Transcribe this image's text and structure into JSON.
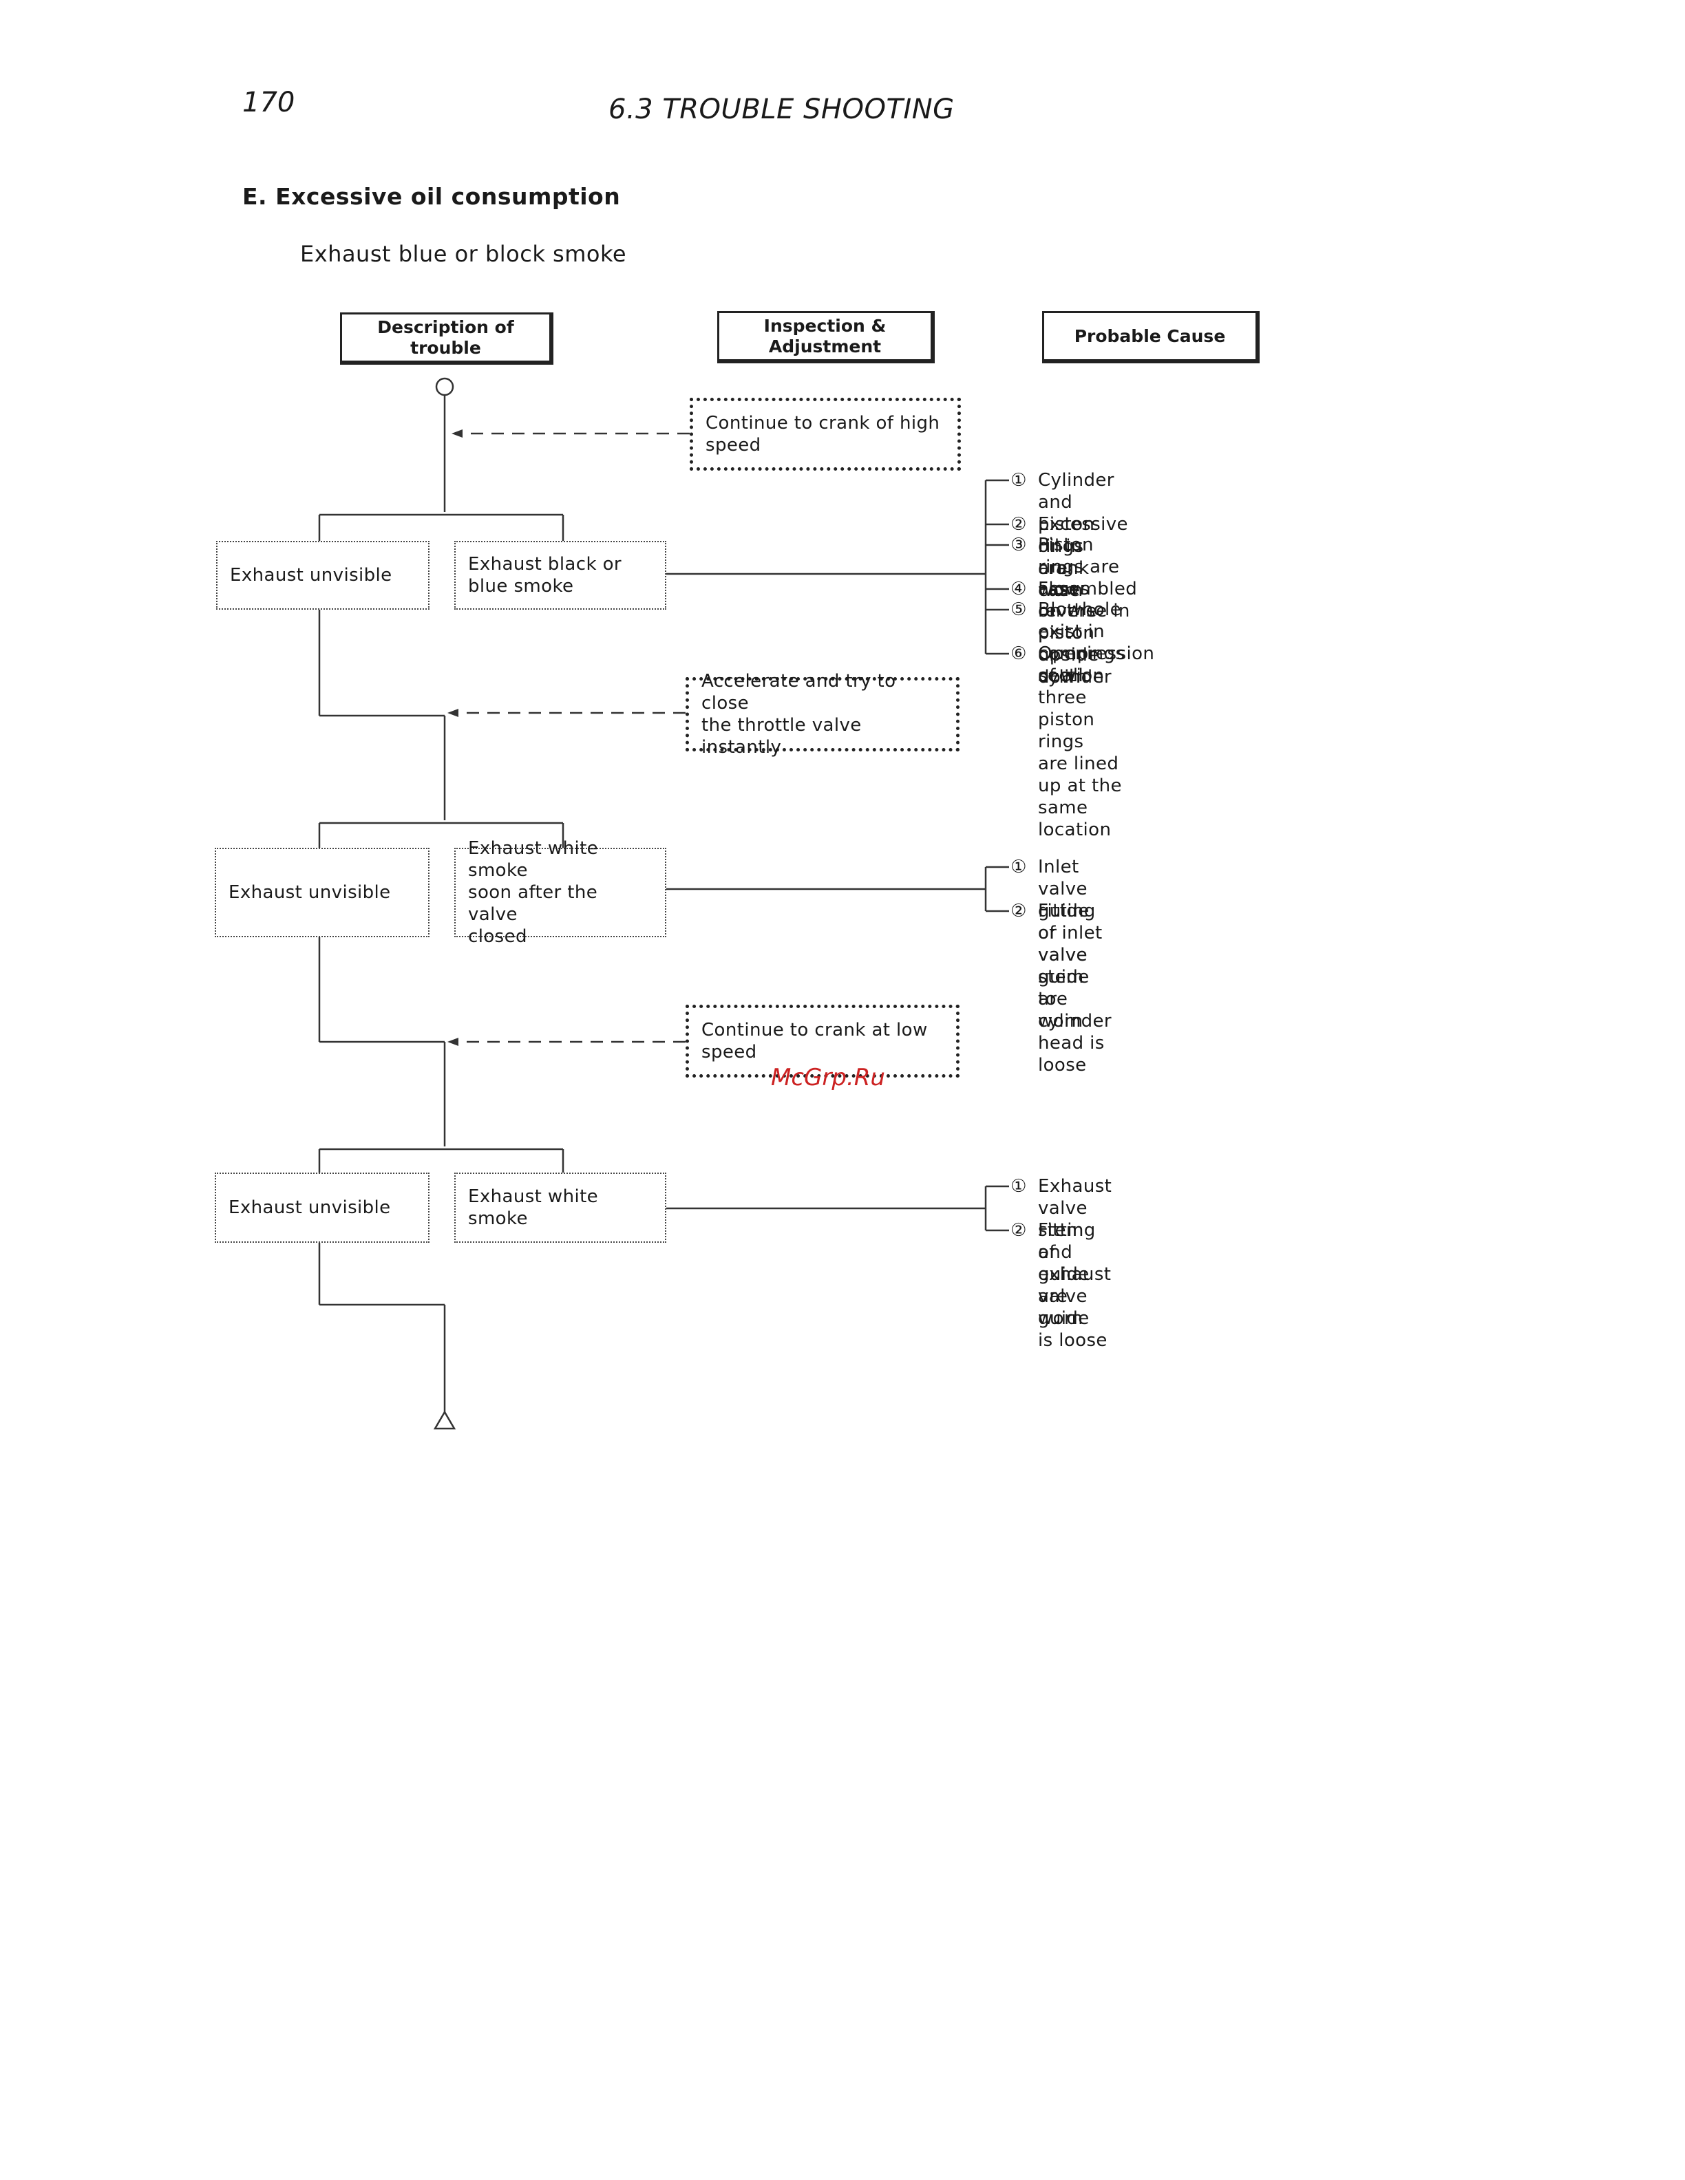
{
  "header": {
    "page_number": "170",
    "title": "6.3  TROUBLE SHOOTING"
  },
  "section": {
    "heading": "E.  Excessive oil consumption",
    "subheading": "Exhaust blue or block smoke"
  },
  "columns": {
    "description": "Description of\ntrouble",
    "inspection": "Inspection &\nAdjustment",
    "cause": "Probable Cause"
  },
  "inspections": [
    "Continue to crank of high\nspeed",
    "Accelerate and try to close\nthe throttle valve instantly",
    "Continue to crank at low\nspeed"
  ],
  "steps": [
    {
      "left": "Exhaust unvisible",
      "right": "Exhaust black or\nblue smoke",
      "causes": [
        {
          "num": "①",
          "text": "Cylinder and piston rings are\nworn"
        },
        {
          "num": "②",
          "text": "Excessive oil in crank case"
        },
        {
          "num": "③",
          "text": "Piston rings are assembled\nreverse in piston upside down"
        },
        {
          "num": "④",
          "text": "Flows on the piston or cylinder"
        },
        {
          "num": "⑤",
          "text": "Blowhole exist in compression\nsection"
        },
        {
          "num": "⑥",
          "text": "Openings of all three piston rings\nare lined up at the same location"
        }
      ]
    },
    {
      "left": "Exhaust unvisible",
      "right": "Exhaust white smoke\nsoon after the valve\nclosed",
      "causes": [
        {
          "num": "①",
          "text": "Inlet valve guide or valve stem\nare worn"
        },
        {
          "num": "②",
          "text": "Fitting of inlet valve guide to\ncylinder head is loose"
        }
      ]
    },
    {
      "left": "Exhaust unvisible",
      "right": "Exhaust white smoke",
      "causes": [
        {
          "num": "①",
          "text": "Exhaust valve stem and guide\nare worn"
        },
        {
          "num": "②",
          "text": "Fitting of exhaust valve guide\nis loose"
        }
      ]
    }
  ],
  "watermark": "McGrp.Ru"
}
